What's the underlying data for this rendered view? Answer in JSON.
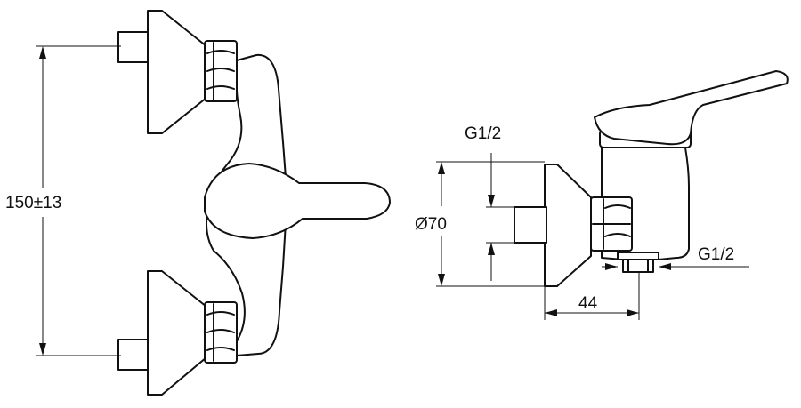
{
  "dimensions": {
    "spacing": "150±13",
    "diameter": "Ø70",
    "thread_inlet": "G1/2",
    "thread_outlet": "G1/2",
    "depth": "44"
  }
}
